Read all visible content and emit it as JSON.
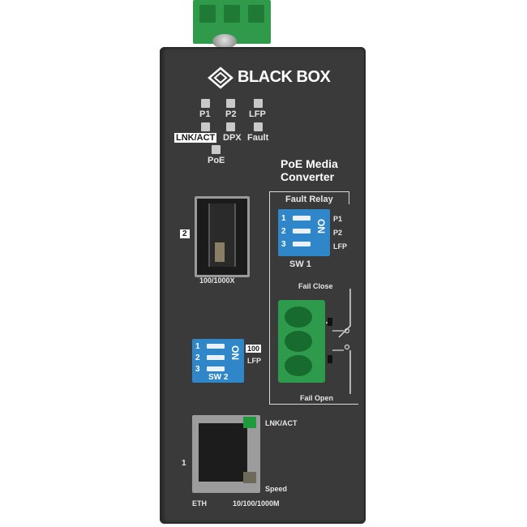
{
  "brand": {
    "name": "BLACK BOX"
  },
  "leds": {
    "p1": "P1",
    "p2": "P2",
    "lfp": "LFP",
    "lnk_act": "LNK/ACT",
    "dpx": "DPX",
    "fault": "Fault",
    "poe": "PoE"
  },
  "product": {
    "line1": "PoE Media",
    "line2": "Converter"
  },
  "fault_relay": {
    "title": "Fault Relay",
    "on": "ON",
    "nums": [
      "1",
      "2",
      "3"
    ],
    "p1": "P1",
    "p2": "P2",
    "lfp": "LFP",
    "sw": "SW 1",
    "fail_close": "Fail Close",
    "fail_open": "Fail  Open"
  },
  "sfp": {
    "port_num": "2",
    "speed": "100/1000X"
  },
  "sw2": {
    "on": "ON",
    "nums": [
      "1",
      "2",
      "3"
    ],
    "label": "SW 2",
    "opt1": "100",
    "opt2": "LFP"
  },
  "eth": {
    "port_num": "1",
    "lnk_act": "LNK/ACT",
    "speed": "Speed",
    "name": "ETH",
    "rate": "10/100/1000M"
  },
  "colors": {
    "panel": "#3a3a3a",
    "terminal_green": "#2f9a4a",
    "dip_blue": "#2f86c9",
    "led_gray": "#c9c9c9"
  }
}
